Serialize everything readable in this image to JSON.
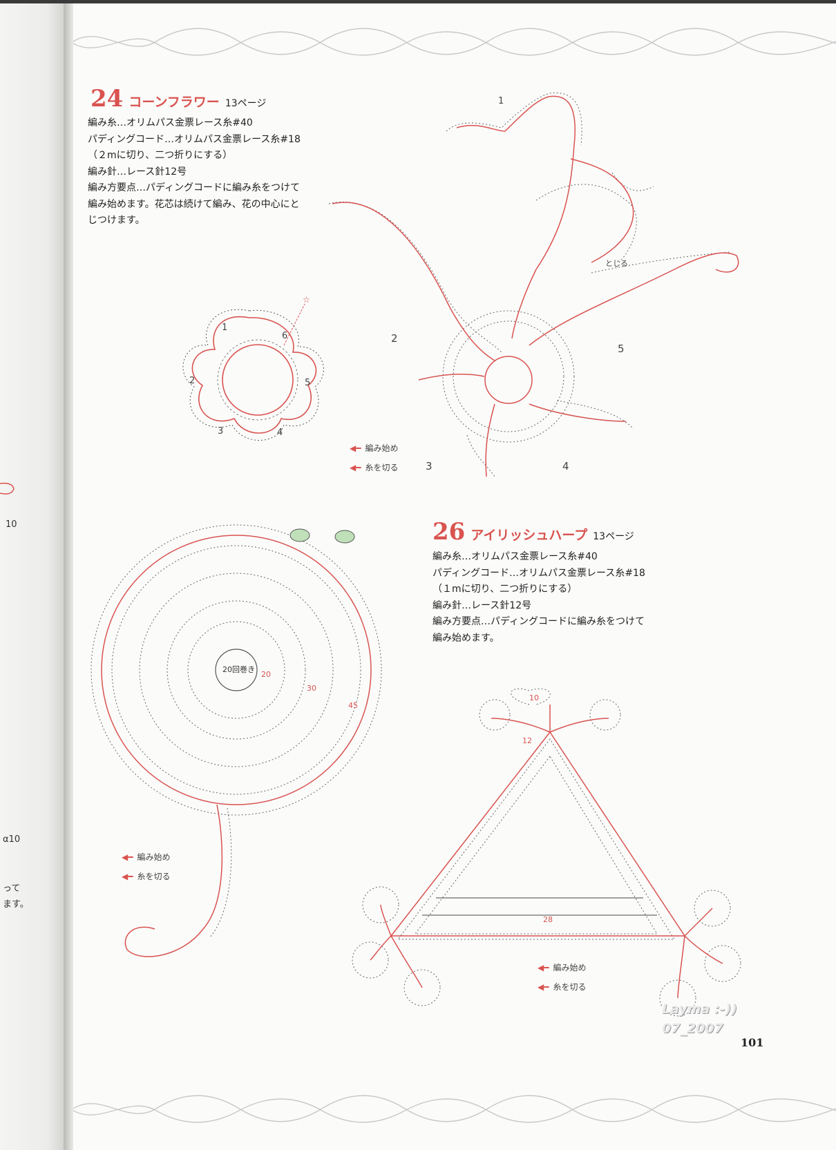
{
  "left_page": {
    "fragments": [
      "10",
      "α10",
      "って",
      "ます。"
    ]
  },
  "pattern24": {
    "number": "24",
    "title": "コーンフラワー",
    "page_ref": "13ページ",
    "lines": [
      "編み糸…オリムパス金票レース糸#40",
      "パディングコード…オリムパス金票レース糸#18",
      "（２mに切り、二つ折りにする）",
      "編み針…レース針12号",
      "編み方要点…パディングコードに編み糸をつけて",
      "編み始めます。花芯は続けて編み、花の中心にと",
      "じつけます。"
    ]
  },
  "pattern26": {
    "number": "26",
    "title": "アイリッシュハープ",
    "page_ref": "13ページ",
    "lines": [
      "編み糸…オリムパス金票レース糸#40",
      "パディングコード…オリムパス金票レース糸#18",
      "（１mに切り、二つ折りにする）",
      "編み針…レース針12号",
      "編み方要点…パディングコードに編み糸をつけて",
      "編み始めます。"
    ]
  },
  "legend": {
    "start": "編み始め",
    "cut": "糸を切る"
  },
  "flower_labels": [
    "1",
    "2",
    "3",
    "4",
    "5",
    "6"
  ],
  "cornflower_labels": [
    "1",
    "2",
    "3",
    "4",
    "5"
  ],
  "cornflower_note": "とじる",
  "sunflower_center": "20回巻き",
  "sunflower_counts": [
    "20",
    "30",
    "45"
  ],
  "harp_counts": [
    "10",
    "12",
    "28"
  ],
  "page_number": "101",
  "watermark": [
    "Layma :-))",
    "07_2007"
  ],
  "colors": {
    "accent": "#d9534f",
    "ink": "#333333"
  }
}
